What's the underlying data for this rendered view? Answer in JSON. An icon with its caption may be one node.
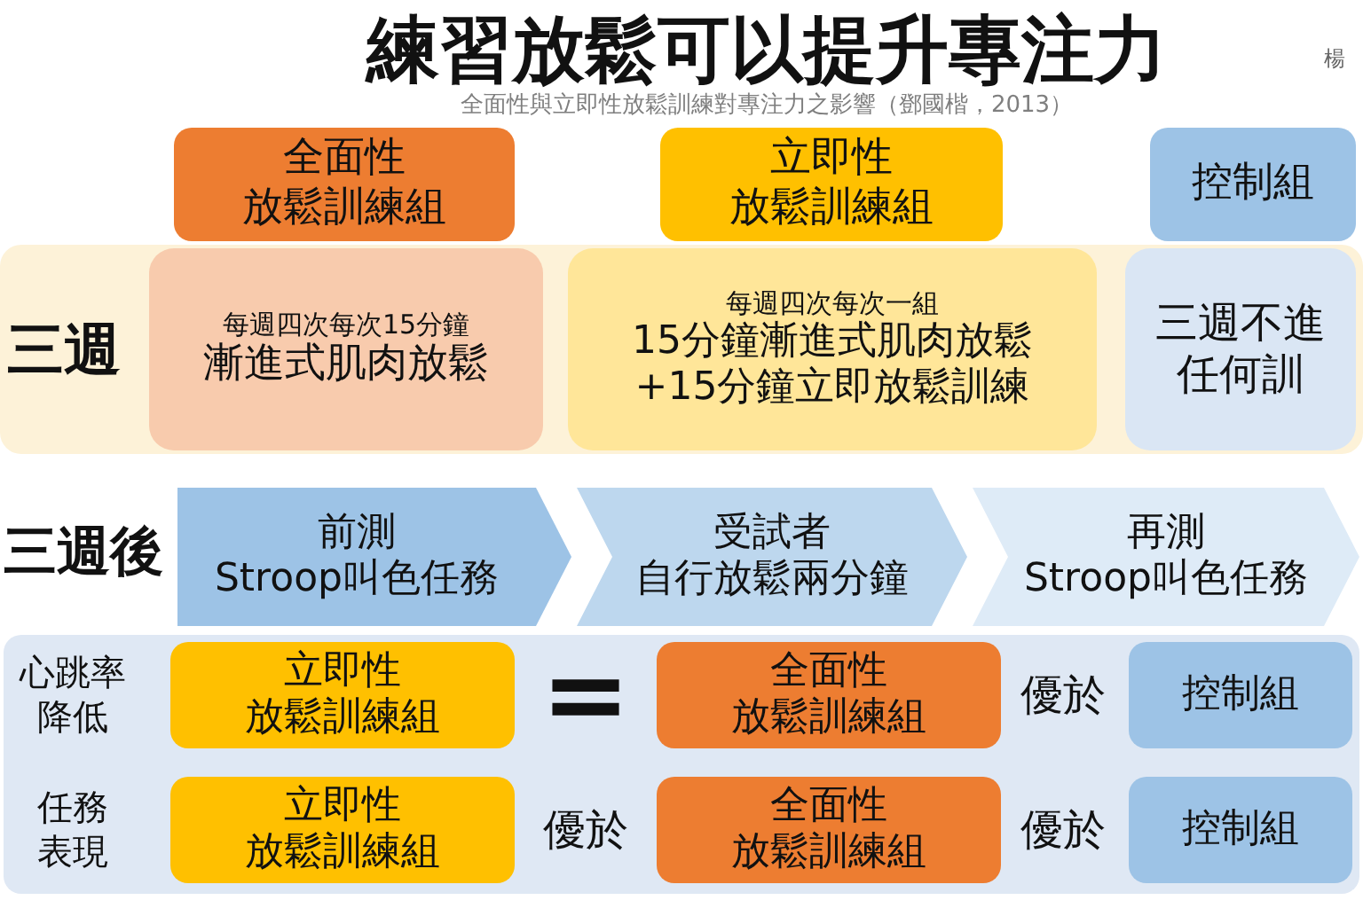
{
  "diagram": {
    "title": "練習放鬆可以提升專注力",
    "nodes": [
      {
        "text": [
          "全面性",
          "放鬆訓練組"
        ]
      },
      {
        "text": [
          "立即性",
          "放鬆訓練組"
        ]
      },
      {
        "text": [
          "控制組"
        ]
      },
      {
        "text": [
          "三週"
        ]
      },
      {
        "text": [
          "每週四次每次15分鐘",
          "漸進式肌肉放鬆"
        ],
        "in": 3
      },
      {
        "text": [
          "每週四次每次一組",
          "15分鐘漸進式肌肉放鬆+15分鐘立即放鬆訓練"
        ],
        "in": 3
      },
      {
        "text": [
          "三週不進任何訓"
        ],
        "in": 3
      },
      {
        "text": [
          "前測",
          "Stroop叫色任務"
        ]
      },
      {
        "text": [
          "受試者",
          "自行放鬆兩分鐘"
        ]
      },
      {
        "text": [
          "再測",
          "Stroop叫色任務"
        ]
      },
      {
        "text": [
          "心跳率降低",
          "任務表現"
        ]
      },
      {
        "text": [
          "立即性",
          "放鬆訓練組"
        ],
        "in": 10
      },
      {
        "text": [
          "全面性",
          "放鬆訓練組"
        ],
        "in": 10
      },
      {
        "text": [
          "控制組"
        ],
        "in": 10
      },
      {
        "text": [
          "立即性",
          "放鬆訓練組"
        ],
        "in": 10
      },
      {
        "text": [
          "全面性",
          "放鬆訓練組"
        ],
        "in": 10
      },
      {
        "text": [
          "控制組"
        ],
        "in": 10
      }
    ],
    "labels": [
      "楊",
      "全面性與立即性放鬆訓練對專注力之影響（鄧國楷，2013）",
      "三週後",
      "=",
      "優於",
      "優於",
      "優於"
    ]
  }
}
